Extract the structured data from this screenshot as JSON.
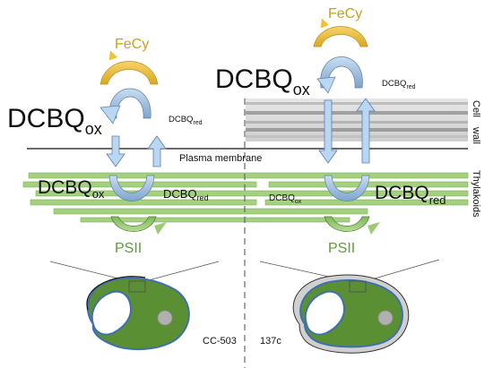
{
  "left_panel": {
    "fecy": "FeCy",
    "dcbq_ox_main_base": "DCBQ",
    "dcbq_ox_main_sub": "ox",
    "dcbq_red_small_base": "DCBQ",
    "dcbq_red_small_sub": "red",
    "membrane_label": "Plasma membrane",
    "dcbq_ox_thylakoid_base": "DCBQ",
    "dcbq_ox_thylakoid_sub": "ox",
    "dcbq_red_thylakoid_base": "DCBQ",
    "dcbq_red_thylakoid_sub": "red",
    "psii": "PSII",
    "strain": "CC-503"
  },
  "right_panel": {
    "fecy": "FeCy",
    "dcbq_ox_main_base": "DCBQ",
    "dcbq_ox_main_sub": "ox",
    "dcbq_red_small_base": "DCBQ",
    "dcbq_red_small_sub": "red",
    "dcbq_ox_thylakoid_base": "DCBQ",
    "dcbq_ox_thylakoid_sub": "ox",
    "dcbq_red_thylakoid_base": "DCBQ",
    "dcbq_red_thylakoid_sub": "red",
    "psii": "PSII",
    "strain": "137c"
  },
  "side_labels": {
    "cell": "Cell",
    "wall": "wall",
    "thylakoids": "Thylakoids"
  },
  "colors": {
    "fecy_arc": "#f0c23a",
    "dcbq_arc": "#8fb3d9",
    "dcbq_arrow": "#b9d6f2",
    "psii_arc": "#6fa04b",
    "thylakoid": "#9ccc7a",
    "cell_wall_light": "#d9d9d9",
    "cell_wall_dark": "#a8a8a8",
    "chloroplast": "#5b8f33",
    "cell_outline": "#3f6fb0"
  }
}
